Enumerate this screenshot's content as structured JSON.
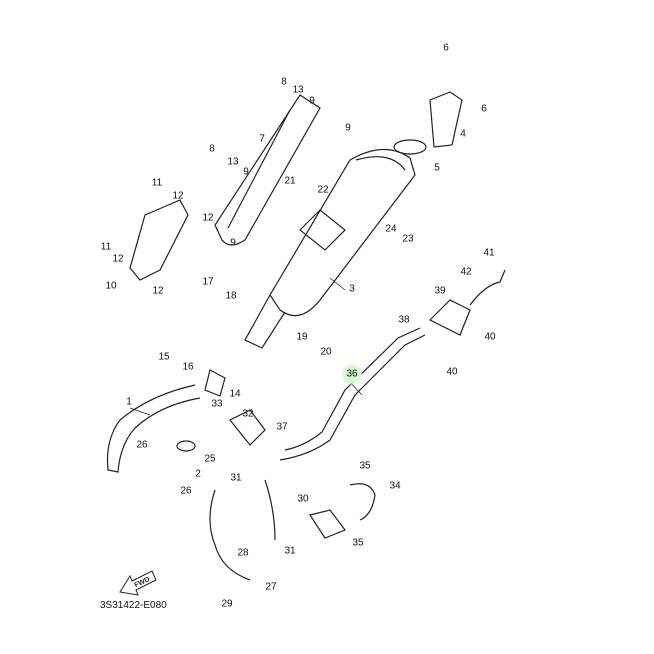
{
  "diagram": {
    "parts": [
      "6",
      "6",
      "4",
      "5",
      "8",
      "13",
      "9",
      "9",
      "7",
      "8",
      "13",
      "9",
      "11",
      "12",
      "21",
      "22",
      "12",
      "11",
      "12",
      "9",
      "24",
      "23",
      "10",
      "12",
      "3",
      "41",
      "42",
      "17",
      "18",
      "39",
      "38",
      "40",
      "19",
      "20",
      "15",
      "16",
      "40",
      "36",
      "14",
      "1",
      "33",
      "32",
      "37",
      "25",
      "26",
      "2",
      "26",
      "31",
      "30",
      "35",
      "34",
      "35",
      "28",
      "31",
      "27",
      "29"
    ],
    "highlighted_part": "36",
    "highlight_color": "#c9f3c0",
    "diagram_code": "3S31422-E080",
    "fwd_label": "FWD"
  }
}
